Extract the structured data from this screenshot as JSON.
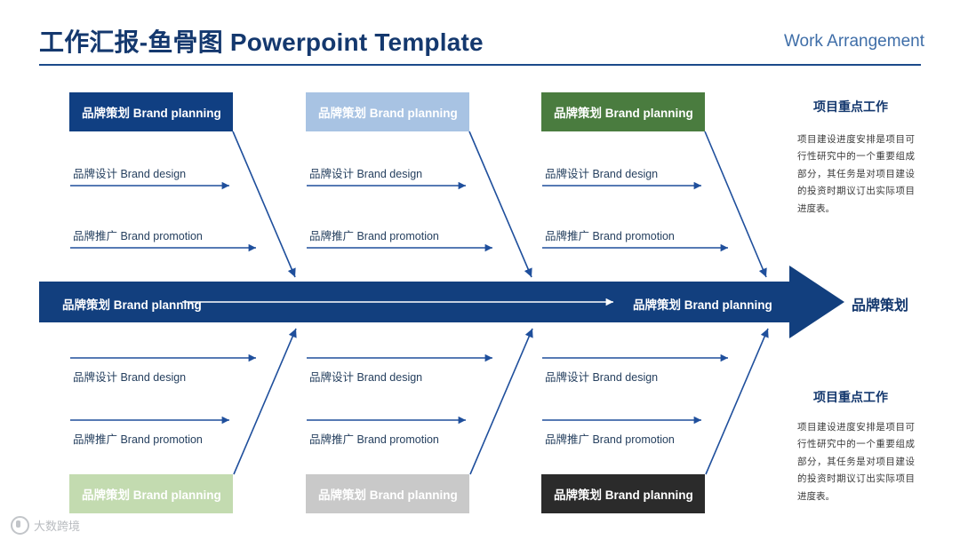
{
  "header": {
    "title": "工作汇报-鱼骨图 Powerpoint Template",
    "subtitle": "Work Arrangement"
  },
  "colors": {
    "navy": "#14386e",
    "spine": "#123f7e",
    "box_navy": "#103f82",
    "box_lightblue": "#a8c3e3",
    "box_green": "#4a7c3f",
    "box_lightgreen": "#c3dbb0",
    "box_grey": "#c9c9c9",
    "box_black": "#2b2b2b",
    "arrow": "#1f4f9c",
    "text_body": "#3a3a3a"
  },
  "diagram": {
    "type": "fishbone",
    "spine_label_left": "品牌策划 Brand planning",
    "spine_label_right": "品牌策划 Brand planning",
    "head_label": "品牌策划",
    "top_categories": [
      {
        "label": "品牌策划 Brand planning",
        "fill": "#103f82",
        "text": "#ffffff"
      },
      {
        "label": "品牌策划 Brand planning",
        "fill": "#a8c3e3",
        "text": "#ffffff"
      },
      {
        "label": "品牌策划 Brand planning",
        "fill": "#4a7c3f",
        "text": "#ffffff"
      }
    ],
    "bottom_categories": [
      {
        "label": "品牌策划 Brand planning",
        "fill": "#c3dbb0",
        "text": "#ffffff"
      },
      {
        "label": "品牌策划 Brand planning",
        "fill": "#c9c9c9",
        "text": "#ffffff"
      },
      {
        "label": "品牌策划 Brand planning",
        "fill": "#2b2b2b",
        "text": "#ffffff"
      }
    ],
    "branch_rows": [
      "品牌设计 Brand design",
      "品牌推广 Brand promotion"
    ],
    "top_branches": [
      [
        "品牌设计 Brand design",
        "品牌推广 Brand promotion"
      ],
      [
        "品牌设计 Brand design",
        "品牌推广 Brand promotion"
      ],
      [
        "品牌设计 Brand design",
        "品牌推广 Brand promotion"
      ]
    ],
    "bottom_branches": [
      [
        "品牌设计 Brand design",
        "品牌推广 Brand promotion"
      ],
      [
        "品牌设计 Brand design",
        "品牌推广 Brand promotion"
      ],
      [
        "品牌设计 Brand design",
        "品牌推广 Brand promotion"
      ]
    ]
  },
  "notes": [
    {
      "title": "项目重点工作",
      "body": "项目建设进度安排是项目可行性研究中的一个重要组成部分，其任务是对项目建设的投资时期议订出实际项目进度表。"
    },
    {
      "title": "项目重点工作",
      "body": "项目建设进度安排是项目可行性研究中的一个重要组成部分，其任务是对项目建设的投资时期议订出实际项目进度表。"
    }
  ],
  "watermark": {
    "text": "大数跨境"
  }
}
